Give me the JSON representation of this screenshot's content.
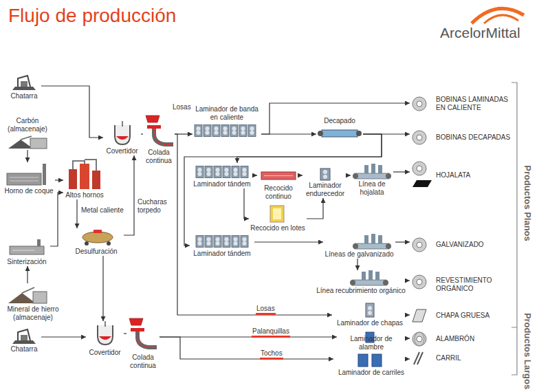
{
  "diagram": {
    "title": "Flujo de producción",
    "nodes": [
      {
        "text": [
          "Chatarra"
        ]
      },
      {
        "text": [
          "Carbón (almacenaje)"
        ]
      },
      {
        "text": [
          "Horno de coque"
        ]
      },
      {
        "text": [
          "Altos hornos"
        ]
      },
      {
        "text": [
          "Sinterización"
        ]
      },
      {
        "text": [
          "Mineral de hierro (almacenaje)"
        ]
      },
      {
        "text": [
          "Desulfuración"
        ]
      },
      {
        "text": [
          "Covertidor"
        ]
      },
      {
        "text": [
          "Colada continua"
        ]
      },
      {
        "text": [
          "Laminador de banda en caliente"
        ]
      },
      {
        "text": [
          "Decapado"
        ]
      },
      {
        "text": [
          "Laminador tándem"
        ]
      },
      {
        "text": [
          "Recocido continuo"
        ]
      },
      {
        "text": [
          "Recocido en lotes"
        ]
      },
      {
        "text": [
          "Laminador endurecedor"
        ]
      },
      {
        "text": [
          "Línea de hojalata"
        ]
      },
      {
        "text": [
          "Laminador tándem"
        ]
      },
      {
        "text": [
          "Líneas de galvanizado"
        ]
      },
      {
        "text": [
          "Línea recubrimiento orgánico"
        ]
      },
      {
        "text": [
          "Laminador de chapas"
        ]
      },
      {
        "text": [
          "Chatarra"
        ]
      },
      {
        "text": [
          "Covertidor"
        ]
      },
      {
        "text": [
          "Colada continua"
        ]
      },
      {
        "text": [
          "Laminador de alambre"
        ]
      },
      {
        "text": [
          "Laminador de carriles"
        ]
      },
      {
        "text": [
          "BOBINAS LAMINADAS EN CALIENTE"
        ]
      },
      {
        "text": [
          "BOBINAS DECAPADAS"
        ]
      },
      {
        "text": [
          "HOJALATA"
        ]
      },
      {
        "text": [
          "GALVANIZADO"
        ]
      },
      {
        "text": [
          "REVESTIMIENTO ORGÁNICO"
        ]
      },
      {
        "text": [
          "CHAPA GRUESA"
        ]
      },
      {
        "text": [
          "ALAMBRÓN"
        ]
      },
      {
        "text": [
          "CARRIL"
        ]
      }
    ],
    "edges": [
      {
        "from": 0,
        "to": 7,
        "arrow": "to"
      },
      {
        "from": 1,
        "to": 2,
        "arrow": "to"
      },
      {
        "from": 2,
        "to": 3,
        "arrow": "to"
      },
      {
        "from": 4,
        "to": 3,
        "arrow": "to"
      },
      {
        "from": 5,
        "to": 4,
        "arrow": "to"
      },
      {
        "from": 3,
        "to": 6,
        "label": "Metal caliente",
        "arrow": "to"
      },
      {
        "from": 6,
        "to": 7,
        "label": "Cucharas torpedo",
        "arrow": "to"
      },
      {
        "from": 6,
        "to": 21,
        "arrow": "to"
      },
      {
        "from": 7,
        "to": 8,
        "arrow": "none"
      },
      {
        "from": 8,
        "to": 9,
        "label": "Losas",
        "arrow": "to"
      },
      {
        "from": 8,
        "to": 19,
        "label": "Losas",
        "arrow": "to"
      },
      {
        "from": 9,
        "to": 25,
        "arrow": "to"
      },
      {
        "from": 9,
        "to": 10,
        "arrow": "to"
      },
      {
        "from": 10,
        "to": 26,
        "arrow": "to"
      },
      {
        "from": 10,
        "to": 11,
        "arrow": "to"
      },
      {
        "from": 10,
        "to": 16,
        "arrow": "to"
      },
      {
        "from": 11,
        "to": 12,
        "arrow": "to"
      },
      {
        "from": 11,
        "to": 13,
        "arrow": "to"
      },
      {
        "from": 12,
        "to": 14,
        "arrow": "to"
      },
      {
        "from": 13,
        "to": 14,
        "arrow": "to"
      },
      {
        "from": 14,
        "to": 15,
        "arrow": "to"
      },
      {
        "from": 15,
        "to": 27,
        "arrow": "to"
      },
      {
        "from": 16,
        "to": 17,
        "arrow": "to"
      },
      {
        "from": 17,
        "to": 28,
        "arrow": "to"
      },
      {
        "from": 17,
        "to": 18,
        "arrow": "to"
      },
      {
        "from": 18,
        "to": 29,
        "arrow": "to"
      },
      {
        "from": 19,
        "to": 30,
        "arrow": "to"
      },
      {
        "from": 20,
        "to": 21,
        "arrow": "to"
      },
      {
        "from": 21,
        "to": 22,
        "arrow": "none"
      },
      {
        "from": 22,
        "to": 23,
        "label": "Palanquillas",
        "arrow": "to"
      },
      {
        "from": 22,
        "to": 24,
        "label": "Tochos",
        "arrow": "to"
      },
      {
        "from": 23,
        "to": 31,
        "arrow": "to"
      },
      {
        "from": 24,
        "to": 32,
        "arrow": "to"
      }
    ],
    "labels": [
      "ArcelorMittal",
      "Productos Planos",
      "Productos Largos"
    ]
  }
}
